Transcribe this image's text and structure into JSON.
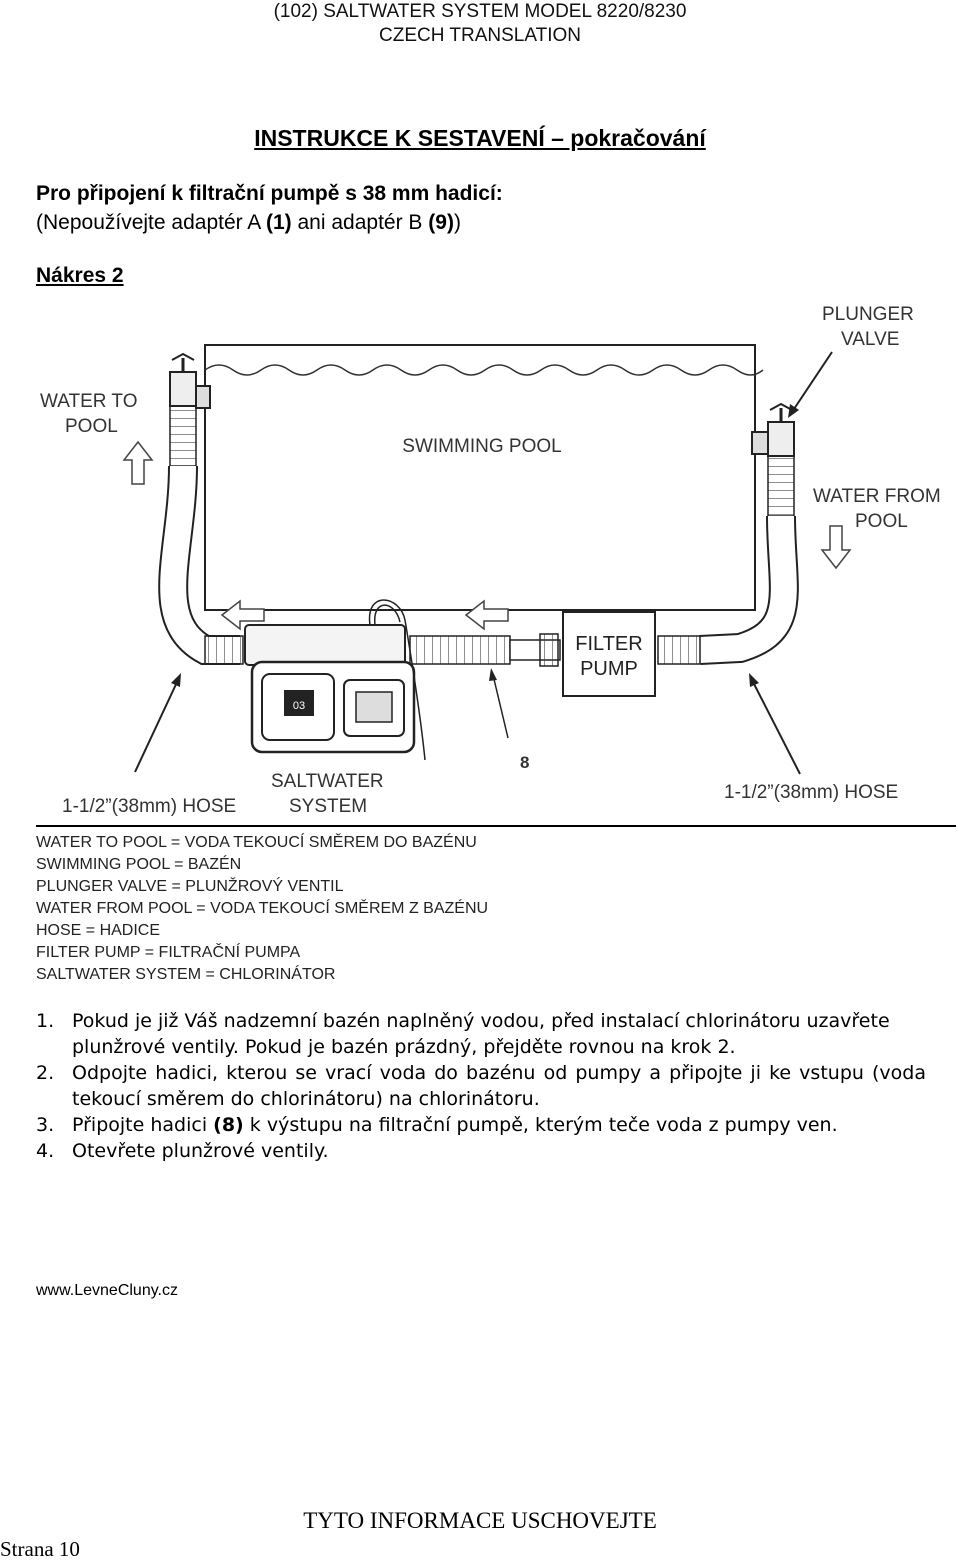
{
  "header": {
    "line1": "(102) SALTWATER SYSTEM MODEL 8220/8230",
    "line2": "CZECH TRANSLATION"
  },
  "title": "INSTRUKCE K SESTAVENÍ – pokračování",
  "intro": {
    "heading": "Pro připojení k filtrační pumpě s 38 mm hadicí:",
    "note_part1": "(Nepoužívejte adaptér A ",
    "note_a": "(1)",
    "note_part2": " ani adaptér B ",
    "note_b": "(9)",
    "note_part3": ")"
  },
  "figure_label": "Nákres 2",
  "diagram": {
    "water_to_pool": [
      "WATER TO",
      "POOL"
    ],
    "swimming_pool": "SWIMMING POOL",
    "plunger_valve": [
      "PLUNGER",
      "VALVE"
    ],
    "water_from_pool": [
      "WATER FROM",
      "POOL"
    ],
    "filter_pump": [
      "FILTER",
      "PUMP"
    ],
    "saltwater_system": [
      "SALTWATER",
      "SYSTEM"
    ],
    "hose_left": "1-1/2”(38mm) HOSE",
    "hose_right": "1-1/2”(38mm) HOSE",
    "part_number": "8",
    "display_readout": "03"
  },
  "legend": [
    "WATER TO POOL = VODA TEKOUCÍ SMĚREM DO BAZÉNU",
    "SWIMMING POOL = BAZÉN",
    "PLUNGER VALVE = PLUNŽROVÝ VENTIL",
    "WATER FROM POOL = VODA TEKOUCÍ SMĚREM Z BAZÉNU",
    "HOSE = HADICE",
    "FILTER PUMP = FILTRAČNÍ PUMPA",
    "SALTWATER SYSTEM = CHLORINÁTOR"
  ],
  "steps": [
    {
      "num": "1.",
      "text": "Pokud je již Váš nadzemní bazén naplněný vodou, před instalací chlorinátoru uzavřete plunžrové ventily. Pokud je bazén prázdný, přejděte rovnou na krok 2."
    },
    {
      "num": "2.",
      "text": "Odpojte hadici, kterou se vrací voda do bazénu od pumpy a připojte ji ke vstupu (voda tekoucí směrem do chlorinátoru) na chlorinátoru."
    },
    {
      "num": "3.",
      "text_before": "Připojte hadici ",
      "ref": "(8)",
      "text_after": " k výstupu na filtrační pumpě, kterým teče voda z pumpy ven."
    },
    {
      "num": "4.",
      "text": "Otevřete plunžrové ventily."
    }
  ],
  "footer": {
    "website": "www.LevneCluny.cz",
    "info": "TYTO INFORMACE USCHOVEJTE",
    "page": "Strana 10"
  }
}
